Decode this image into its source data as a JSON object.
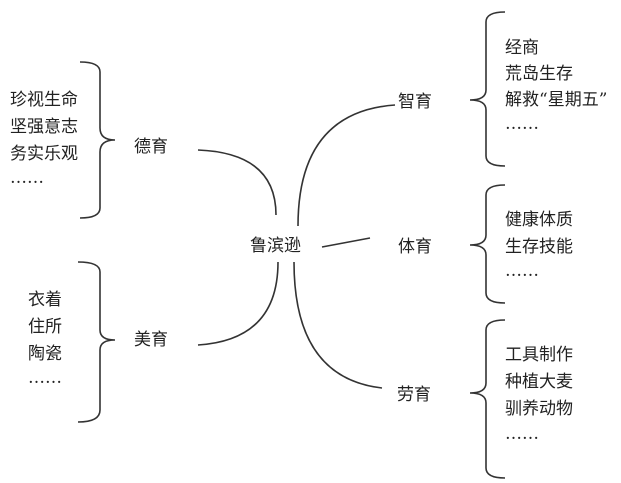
{
  "diagram": {
    "center": "鲁滨逊",
    "branches": {
      "de": {
        "label": "德育",
        "items": [
          "珍视生命",
          "坚强意志",
          "务实乐观",
          "……"
        ]
      },
      "mei": {
        "label": "美育",
        "items": [
          "衣着",
          "住所",
          "陶瓷",
          "……"
        ]
      },
      "zhi": {
        "label": "智育",
        "items": [
          "经商",
          "荒岛生存",
          "解救“星期五”",
          "……"
        ]
      },
      "ti": {
        "label": "体育",
        "items": [
          "健康体质",
          "生存技能",
          "……"
        ]
      },
      "lao": {
        "label": "劳育",
        "items": [
          "工具制作",
          "种植大麦",
          "驯养动物",
          "……"
        ]
      }
    },
    "line_color": "#333333"
  }
}
